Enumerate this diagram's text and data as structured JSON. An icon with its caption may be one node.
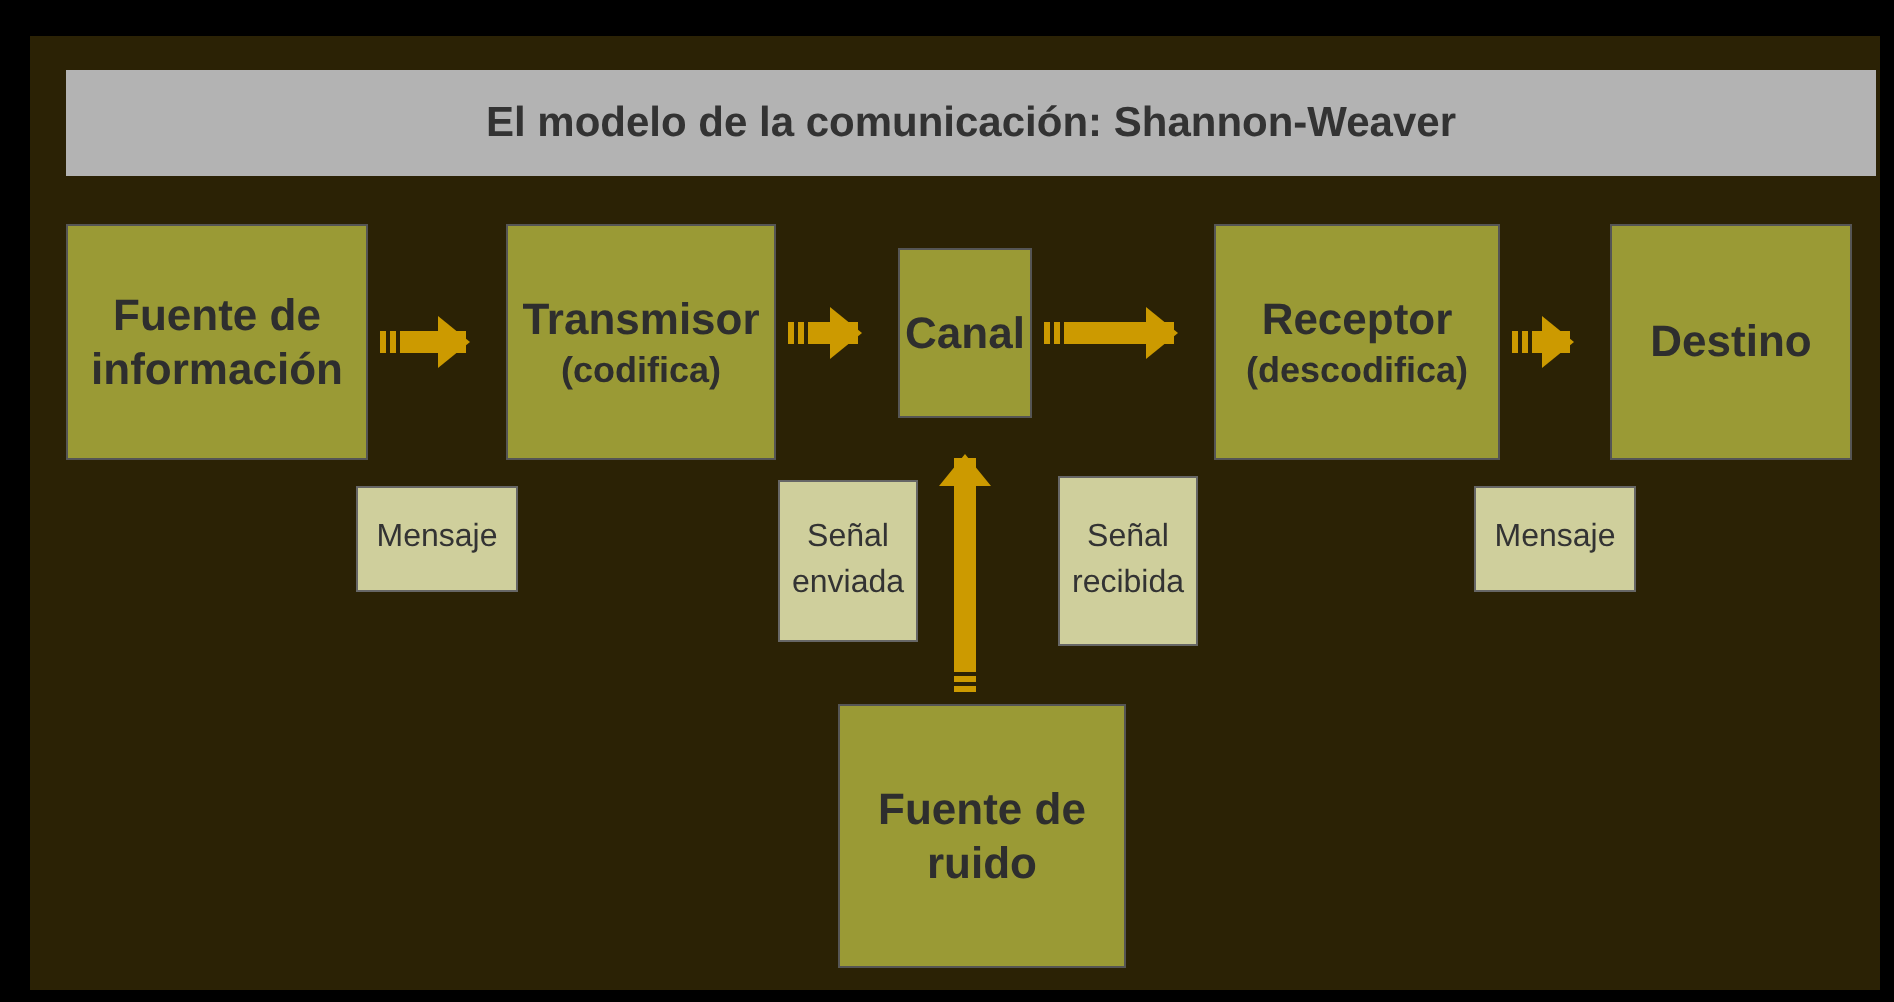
{
  "diagram": {
    "title": "El modelo de la comunicación: Shannon-Weaver",
    "nodes": [
      {
        "text": [
          "Fuente de información"
        ]
      },
      {
        "text": [
          "Transmisor",
          "(codifica)"
        ]
      },
      {
        "text": [
          "Canal"
        ]
      },
      {
        "text": [
          "Receptor",
          "(descodifica)"
        ]
      },
      {
        "text": [
          "Destino"
        ]
      },
      {
        "text": [
          "Mensaje"
        ]
      },
      {
        "text": [
          "Señal enviada"
        ]
      },
      {
        "text": [
          "Señal recibida"
        ]
      },
      {
        "text": [
          "Mensaje"
        ]
      },
      {
        "text": [
          "Fuente de ruido"
        ]
      }
    ],
    "edges": [
      {
        "from": 0,
        "to": 1,
        "arrow": "to"
      },
      {
        "from": 1,
        "to": 2,
        "arrow": "to"
      },
      {
        "from": 2,
        "to": 3,
        "arrow": "to"
      },
      {
        "from": 3,
        "to": 4,
        "arrow": "to"
      },
      {
        "from": 9,
        "to": 2,
        "arrow": "to"
      }
    ]
  }
}
